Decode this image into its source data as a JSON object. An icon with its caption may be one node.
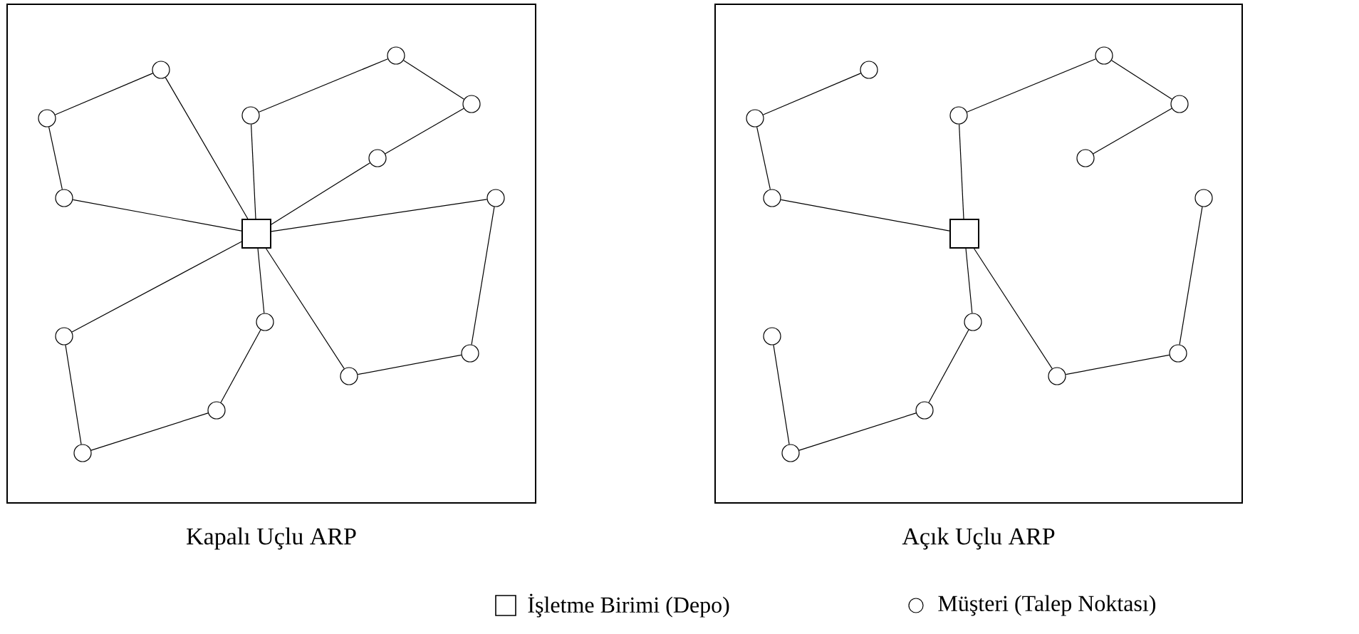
{
  "diagram": {
    "nodes": [
      {
        "text": [
          "Kapalı Uçlu ARP"
        ]
      },
      {
        "text": [],
        "shape": "box",
        "in": 0
      },
      {
        "text": [],
        "shape": "circle",
        "in": 0
      },
      {
        "text": [],
        "shape": "circle",
        "in": 0
      },
      {
        "text": [],
        "shape": "circle",
        "in": 0
      },
      {
        "text": [],
        "shape": "circle",
        "in": 0
      },
      {
        "text": [],
        "shape": "circle",
        "in": 0
      },
      {
        "text": [],
        "shape": "circle",
        "in": 0
      },
      {
        "text": [],
        "shape": "circle",
        "in": 0
      },
      {
        "text": [],
        "shape": "circle",
        "in": 0
      },
      {
        "text": [],
        "shape": "circle",
        "in": 0
      },
      {
        "text": [],
        "shape": "circle",
        "in": 0
      },
      {
        "text": [],
        "shape": "circle",
        "in": 0
      },
      {
        "text": [],
        "shape": "circle",
        "in": 0
      },
      {
        "text": [],
        "shape": "circle",
        "in": 0
      },
      {
        "text": [],
        "shape": "circle",
        "in": 0
      },
      {
        "text": [
          "Açık Uçlu ARP"
        ]
      },
      {
        "text": [],
        "shape": "box",
        "in": 16
      },
      {
        "text": [],
        "shape": "circle",
        "in": 16
      },
      {
        "text": [],
        "shape": "circle",
        "in": 16
      },
      {
        "text": [],
        "shape": "circle",
        "in": 16
      },
      {
        "text": [],
        "shape": "circle",
        "in": 16
      },
      {
        "text": [],
        "shape": "circle",
        "in": 16
      },
      {
        "text": [],
        "shape": "circle",
        "in": 16
      },
      {
        "text": [],
        "shape": "circle",
        "in": 16
      },
      {
        "text": [],
        "shape": "circle",
        "in": 16
      },
      {
        "text": [],
        "shape": "circle",
        "in": 16
      },
      {
        "text": [],
        "shape": "circle",
        "in": 16
      },
      {
        "text": [],
        "shape": "circle",
        "in": 16
      },
      {
        "text": [],
        "shape": "circle",
        "in": 16
      },
      {
        "text": [],
        "shape": "circle",
        "in": 16
      },
      {
        "text": [],
        "shape": "circle",
        "in": 16
      }
    ],
    "edges": [
      {
        "from": 1,
        "to": 4,
        "arrow": "none"
      },
      {
        "from": 4,
        "to": 3,
        "arrow": "none"
      },
      {
        "from": 3,
        "to": 2,
        "arrow": "none"
      },
      {
        "from": 2,
        "to": 1,
        "arrow": "none"
      },
      {
        "from": 1,
        "to": 5,
        "arrow": "none"
      },
      {
        "from": 5,
        "to": 6,
        "arrow": "none"
      },
      {
        "from": 6,
        "to": 7,
        "arrow": "none"
      },
      {
        "from": 7,
        "to": 8,
        "arrow": "none"
      },
      {
        "from": 8,
        "to": 1,
        "arrow": "none"
      },
      {
        "from": 1,
        "to": 9,
        "arrow": "none"
      },
      {
        "from": 9,
        "to": 10,
        "arrow": "none"
      },
      {
        "from": 10,
        "to": 11,
        "arrow": "none"
      },
      {
        "from": 11,
        "to": 1,
        "arrow": "none"
      },
      {
        "from": 1,
        "to": 12,
        "arrow": "none"
      },
      {
        "from": 12,
        "to": 13,
        "arrow": "none"
      },
      {
        "from": 13,
        "to": 14,
        "arrow": "none"
      },
      {
        "from": 14,
        "to": 15,
        "arrow": "none"
      },
      {
        "from": 15,
        "to": 1,
        "arrow": "none"
      },
      {
        "from": 17,
        "to": 20,
        "arrow": "none"
      },
      {
        "from": 20,
        "to": 19,
        "arrow": "none"
      },
      {
        "from": 19,
        "to": 18,
        "arrow": "none"
      },
      {
        "from": 17,
        "to": 21,
        "arrow": "none"
      },
      {
        "from": 21,
        "to": 22,
        "arrow": "none"
      },
      {
        "from": 22,
        "to": 23,
        "arrow": "none"
      },
      {
        "from": 23,
        "to": 24,
        "arrow": "none"
      },
      {
        "from": 17,
        "to": 27,
        "arrow": "none"
      },
      {
        "from": 27,
        "to": 26,
        "arrow": "none"
      },
      {
        "from": 26,
        "to": 25,
        "arrow": "none"
      },
      {
        "from": 17,
        "to": 31,
        "arrow": "none"
      },
      {
        "from": 31,
        "to": 30,
        "arrow": "none"
      },
      {
        "from": 30,
        "to": 29,
        "arrow": "none"
      },
      {
        "from": 29,
        "to": 28,
        "arrow": "none"
      }
    ],
    "legend": [
      {
        "text": "İşletme Birimi (Depo)"
      },
      {
        "text": "Müşteri (Talep Noktası)"
      }
    ]
  }
}
